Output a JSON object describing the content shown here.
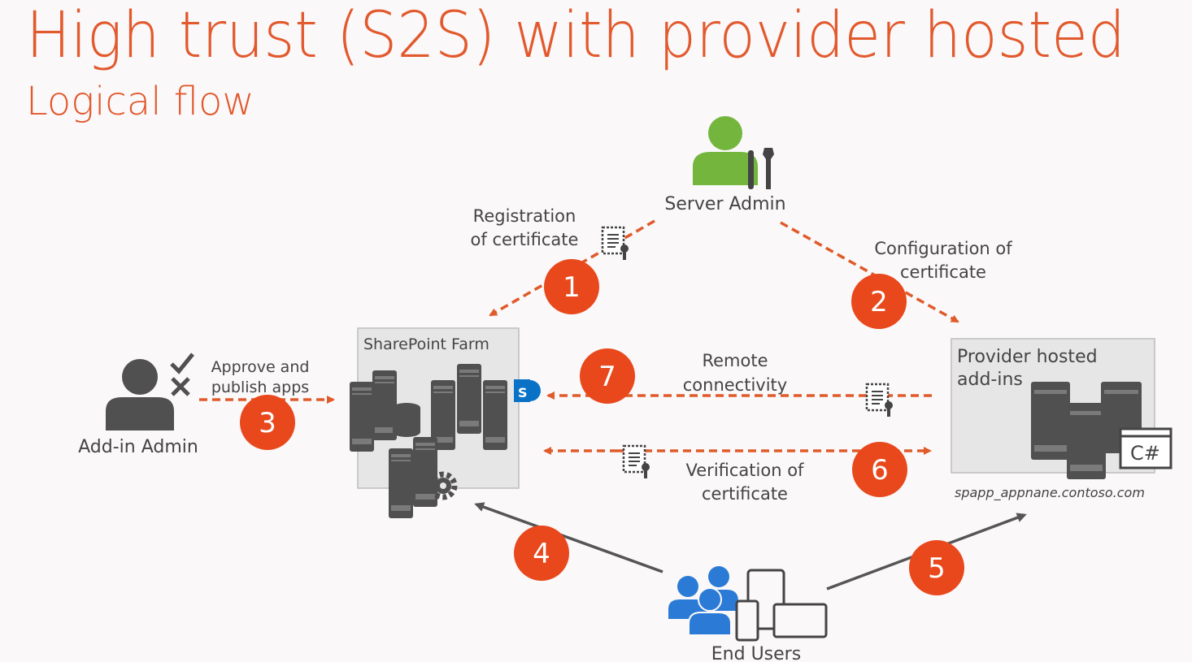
{
  "title": "High trust (S2S) with provider hosted",
  "subtitle": "Logical flow",
  "actors": {
    "server_admin": "Server Admin",
    "addin_admin": "Add-in Admin",
    "end_users": "End Users"
  },
  "boxes": {
    "sharepoint_farm": "SharePoint Farm",
    "provider_line1": "Provider hosted",
    "provider_line2": "add-ins",
    "provider_url": "spapp_appnane.contoso.com",
    "csharp": "C#",
    "sp_badge": "S"
  },
  "flows": [
    {
      "number": "1",
      "line1": "Registration",
      "line2": "of certificate"
    },
    {
      "number": "2",
      "line1": "Configuration of",
      "line2": "certificate"
    },
    {
      "number": "3",
      "line1": "Approve and",
      "line2": "publish apps"
    },
    {
      "number": "4",
      "line1": "",
      "line2": ""
    },
    {
      "number": "5",
      "line1": "",
      "line2": ""
    },
    {
      "number": "6",
      "line1": "Verification of",
      "line2": "certificate"
    },
    {
      "number": "7",
      "line1": "Remote",
      "line2": "connectivity"
    }
  ],
  "colors": {
    "accent": "#e8481c",
    "title": "#e2592d",
    "dashed": "#e05a2a",
    "server_gray": "#505050",
    "admin_green": "#74b63d",
    "users_blue": "#2b7bd6",
    "sp_blue": "#0a72c6"
  }
}
